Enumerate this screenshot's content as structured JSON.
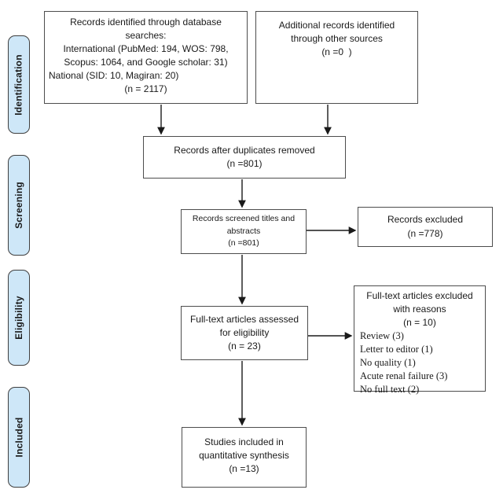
{
  "palette": {
    "stage_fill": "#cee7f8",
    "stage_border": "#3f3f3f",
    "box_border": "#4d4d4d",
    "arrow_color": "#1a1a1a",
    "text_color": "#1a1a1a",
    "background": "#ffffff"
  },
  "stages": [
    {
      "label": "Identification"
    },
    {
      "label": "Screening"
    },
    {
      "label": "Eligibility"
    },
    {
      "label": "Included"
    }
  ],
  "boxes": {
    "database_search": {
      "lines": [
        "Records identified through database",
        "searches:",
        "International (PubMed: 194, WOS: 798,",
        "Scopus: 1064, and Google scholar: 31)",
        "National (SID: 10, Magiran: 20)",
        "(n = 2117)"
      ]
    },
    "other_sources": {
      "lines": [
        "Additional records identified",
        "through other sources",
        "(n =0  )"
      ]
    },
    "duplicates_removed": {
      "lines": [
        "Records after duplicates removed",
        "(n =801)"
      ]
    },
    "records_screened": {
      "lines": [
        "Records screened titles and",
        "abstracts",
        "(n =801)"
      ]
    },
    "records_excluded": {
      "lines": [
        "Records excluded",
        "(n =778)"
      ]
    },
    "fulltext_assessed": {
      "lines": [
        "Full-text articles assessed",
        "for eligibility",
        "(n = 23)"
      ]
    },
    "fulltext_excluded": {
      "header_lines": [
        "Full-text articles excluded",
        "with reasons",
        "(n = 10)"
      ],
      "reasons": [
        "Review (3)",
        "Letter to editor (1)",
        "No quality (1)",
        "Acute renal failure (3)",
        "No full text (2)"
      ]
    },
    "studies_included": {
      "lines": [
        "Studies included in",
        "quantitative synthesis",
        "(n =13)"
      ]
    }
  }
}
